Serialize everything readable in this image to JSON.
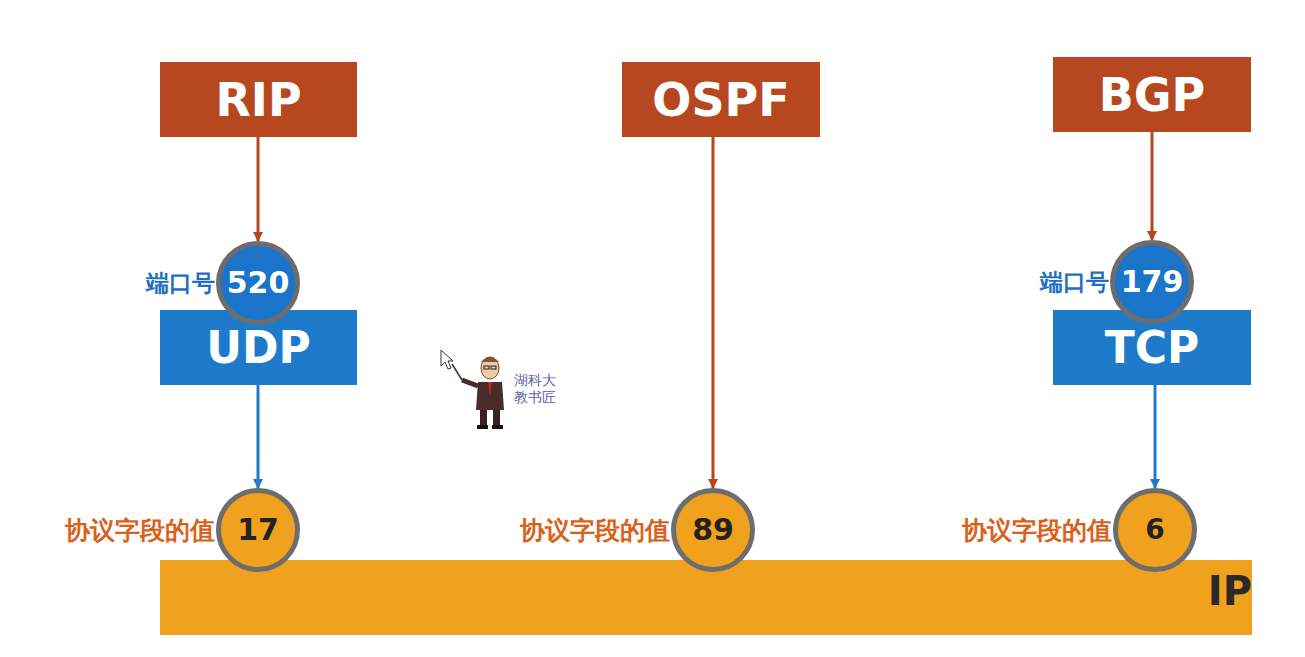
{
  "diagram": {
    "nodes": [
      {
        "text": [
          "RIP"
        ]
      },
      {
        "text": [
          "OSPF"
        ]
      },
      {
        "text": [
          "BGP"
        ]
      },
      {
        "text": [
          "端口号",
          "520"
        ]
      },
      {
        "text": [
          "端口号",
          "179"
        ]
      },
      {
        "text": [
          "UDP"
        ]
      },
      {
        "text": [
          "TCP"
        ]
      },
      {
        "text": [
          "协议字段的值",
          "17"
        ]
      },
      {
        "text": [
          "协议字段的值",
          "89"
        ]
      },
      {
        "text": [
          "协议字段的值",
          "6"
        ]
      },
      {
        "text": [
          "IP"
        ]
      }
    ],
    "edges": [
      {
        "from": 0,
        "to": 3,
        "arrow": "to"
      },
      {
        "from": 1,
        "to": 8,
        "arrow": "to"
      },
      {
        "from": 2,
        "to": 4,
        "arrow": "to"
      },
      {
        "from": 5,
        "to": 7,
        "arrow": "to"
      },
      {
        "from": 6,
        "to": 9,
        "arrow": "to"
      }
    ],
    "labels": [
      "湖科大 教书匠"
    ]
  }
}
